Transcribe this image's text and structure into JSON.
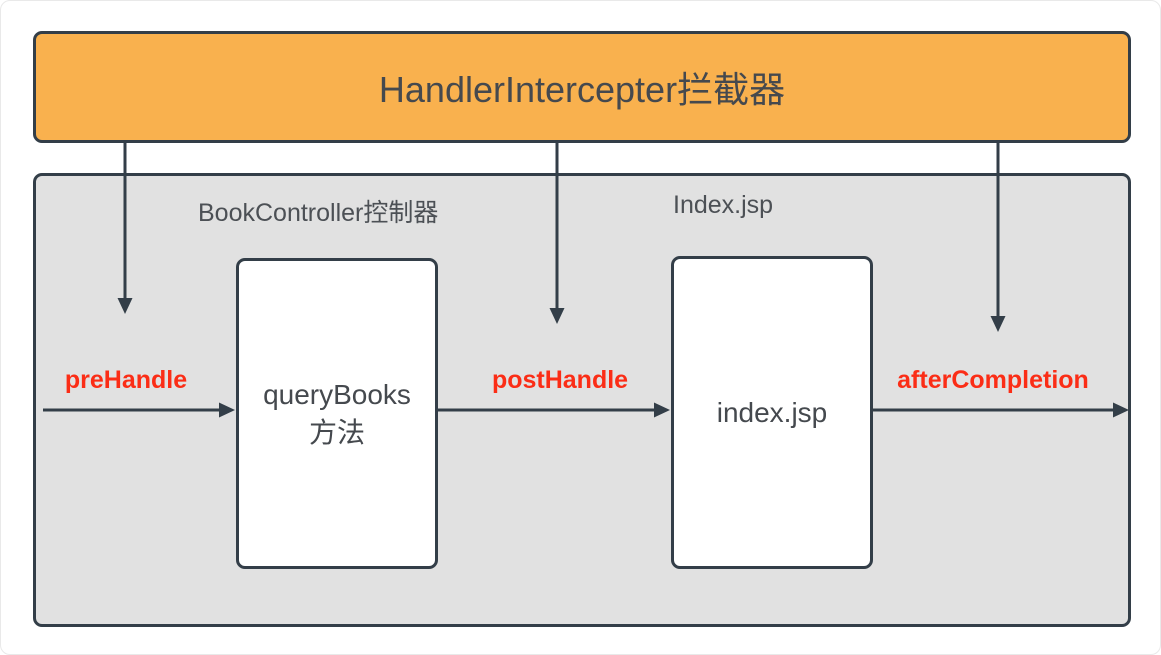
{
  "page": {
    "interceptor": {
      "label": "HandlerIntercepter拦截器"
    },
    "sections": {
      "controller": {
        "label": "BookController控制器"
      },
      "view": {
        "label": "Index.jsp"
      }
    },
    "nodes": {
      "controller_method": {
        "line1": "queryBooks",
        "line2": "方法"
      },
      "view_page": {
        "label": "index.jsp"
      }
    },
    "hooks": {
      "pre": {
        "label": "preHandle"
      },
      "post": {
        "label": "postHandle"
      },
      "after": {
        "label": "afterCompletion"
      }
    },
    "colors": {
      "interceptor_fill": "#f9b14e",
      "stroke": "#333e48",
      "container_fill": "#e1e1e1",
      "node_fill": "#ffffff",
      "hook_text": "#fb2d16",
      "text": "#45494e",
      "section_text": "#4c5055"
    }
  }
}
